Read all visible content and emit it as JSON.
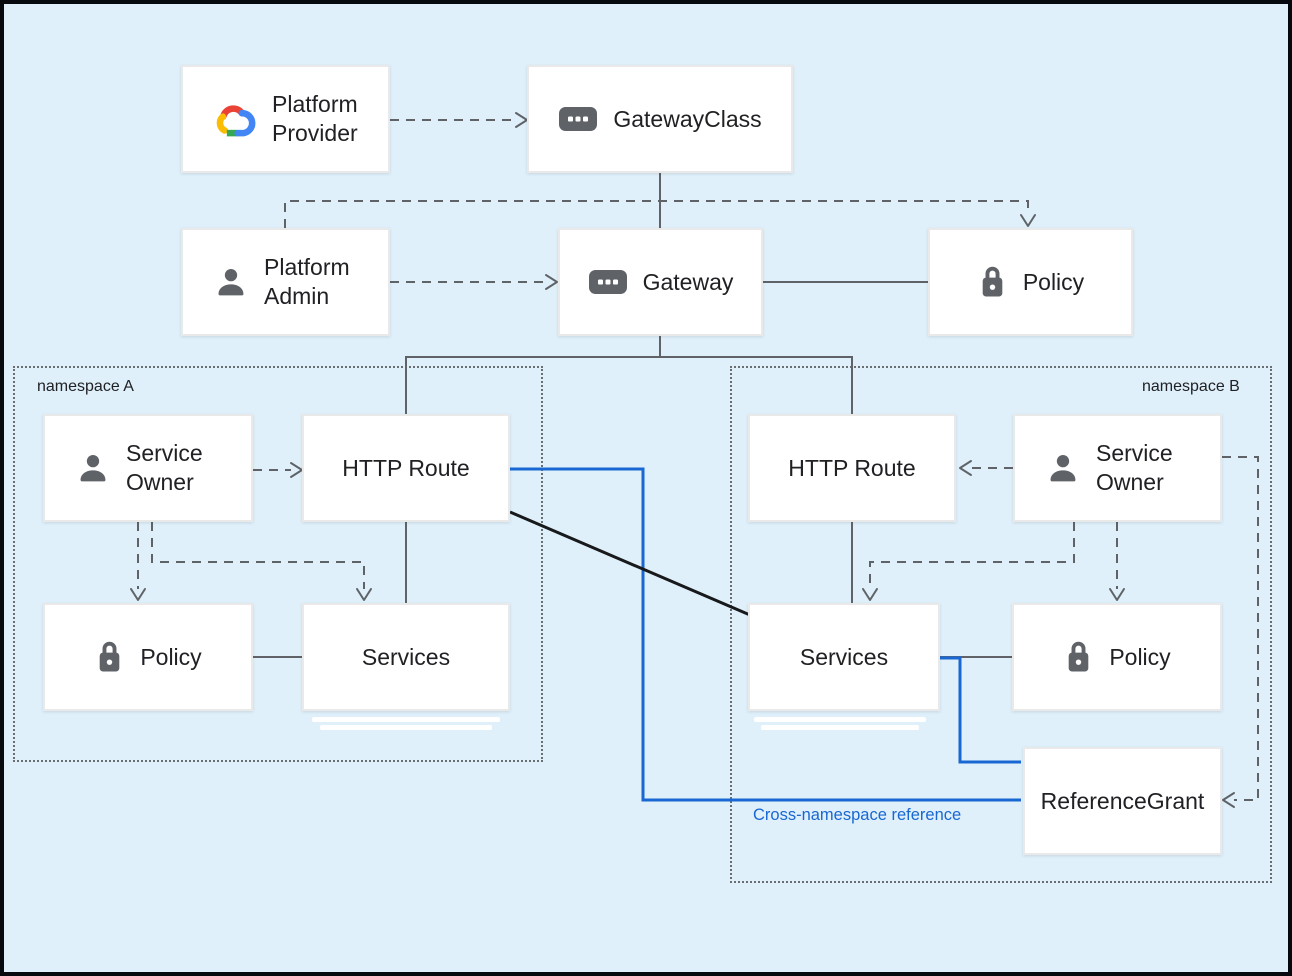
{
  "nodes": {
    "platform_provider": {
      "label": "Platform\nProvider",
      "icon": "google-cloud-icon"
    },
    "gateway_class": {
      "label": "GatewayClass",
      "icon": "resource-icon"
    },
    "platform_admin": {
      "label": "Platform\nAdmin",
      "icon": "person-icon"
    },
    "gateway": {
      "label": "Gateway",
      "icon": "resource-icon"
    },
    "policy_top": {
      "label": "Policy",
      "icon": "lock-icon"
    },
    "service_owner_a": {
      "label": "Service\nOwner",
      "icon": "person-icon"
    },
    "http_route_a": {
      "label": "HTTP Route"
    },
    "policy_a": {
      "label": "Policy",
      "icon": "lock-icon"
    },
    "services_a": {
      "label": "Services"
    },
    "http_route_b": {
      "label": "HTTP Route"
    },
    "service_owner_b": {
      "label": "Service\nOwner",
      "icon": "person-icon"
    },
    "services_b": {
      "label": "Services"
    },
    "policy_b": {
      "label": "Policy",
      "icon": "lock-icon"
    },
    "reference_grant": {
      "label": "ReferenceGrant"
    }
  },
  "namespaces": {
    "a": {
      "label": "namespace A"
    },
    "b": {
      "label": "namespace B"
    }
  },
  "annotations": {
    "cross_namespace_reference": "Cross-namespace reference"
  },
  "colors": {
    "background": "#dff0fb",
    "frame_border": "#060a0e",
    "line_gray": "#5f6368",
    "line_blue": "#1967d2",
    "line_black": "#17191b",
    "icon_gray": "#5f6368",
    "text": "#202124",
    "google_red": "#ea4335",
    "google_yellow": "#fbbc04",
    "google_green": "#34a853",
    "google_blue": "#4285f4"
  }
}
